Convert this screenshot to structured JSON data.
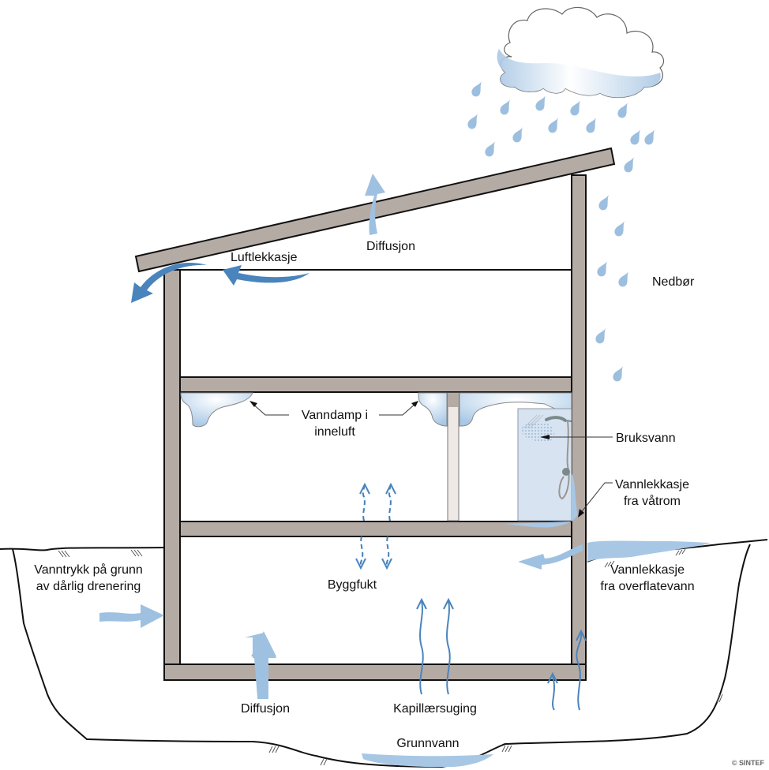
{
  "labels": {
    "nedbor": "Nedbør",
    "luftlekkasje": "Luftlekkasje",
    "diffusjon_roof": "Diffusjon",
    "vanndamp_line1": "Vanndamp i",
    "vanndamp_line2": "inneluft",
    "bruksvann": "Bruksvann",
    "vannlekkasje_vatrom_line1": "Vannlekkasje",
    "vannlekkasje_vatrom_line2": "fra våtrom",
    "vanntrykk_line1": "Vanntrykk på grunn",
    "vanntrykk_line2": "av dårlig drenering",
    "byggfukt": "Byggfukt",
    "vannlekkasje_overflate_line1": "Vannlekkasje",
    "vannlekkasje_overflate_line2": "fra overflatevann",
    "diffusjon_ground": "Diffusjon",
    "kapillaersuging": "Kapillærsuging",
    "grunnvann": "Grunnvann"
  },
  "copyright": "© SINTEF",
  "icons": {
    "cloud": "rain-cloud-icon",
    "raindrop": "raindrop-icon",
    "shower": "shower-icon"
  },
  "colors": {
    "wall": "#b5aba5",
    "water_pale": "#9ec1e1",
    "water_dark": "#4a84bd",
    "raindrop": "#9dbfdf"
  }
}
